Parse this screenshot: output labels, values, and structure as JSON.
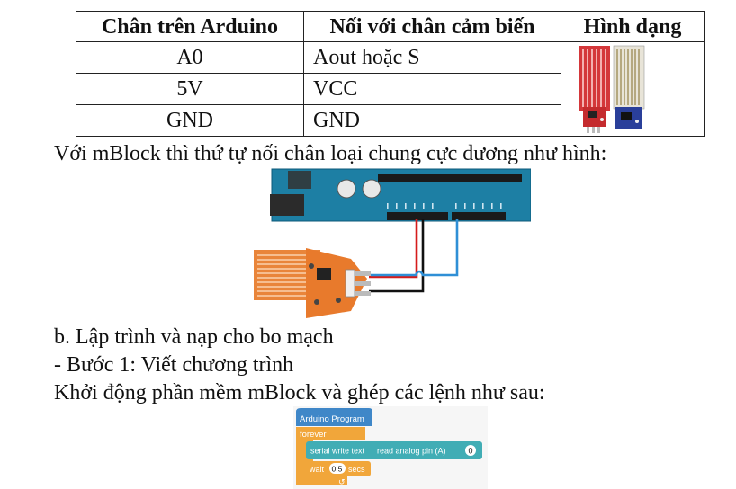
{
  "table": {
    "headers": [
      "Chân trên Arduino",
      "Nối với chân cảm biến",
      "Hình dạng"
    ],
    "rows": [
      {
        "arduino": "A0",
        "sensor": "Aout hoặc S"
      },
      {
        "arduino": "5V",
        "sensor": "VCC"
      },
      {
        "arduino": "GND",
        "sensor": "GND"
      }
    ]
  },
  "text": {
    "wiring_note": "Với mBlock thì thứ tự nối chân loại chung cực dương như hình:",
    "section_b": "b. Lập trình và nạp cho bo mạch",
    "step1": "- Bước 1: Viết chương trình",
    "step1_desc": "Khởi động phần mềm mBlock và ghép các lệnh như sau:"
  },
  "blocks": {
    "hat": "Arduino Program",
    "forever": "forever",
    "serial_write": "serial write text",
    "read_analog": "read analog pin (A)",
    "pin_value": "0",
    "wait": "wait",
    "wait_value": "0.5",
    "secs": "secs"
  },
  "colors": {
    "board_blue": "#1d7fa4",
    "sensor_orange": "#e9853a",
    "hat_blue": "#3f87c8",
    "control_orange": "#f1a63a",
    "arduino_teal": "#41adb5",
    "wire_red": "#d51c1c",
    "wire_black": "#111111",
    "wire_blue": "#2f8fd6"
  }
}
